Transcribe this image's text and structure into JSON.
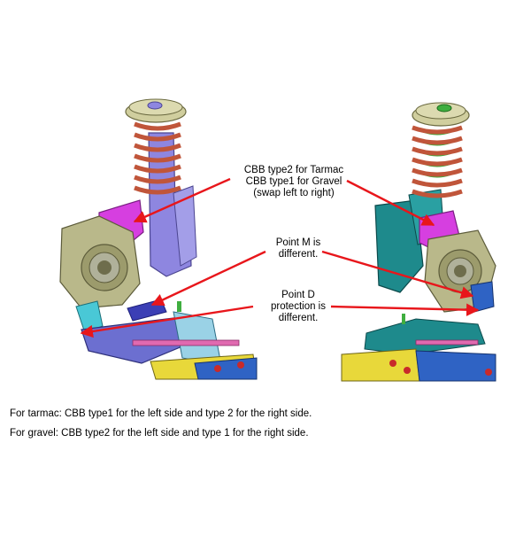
{
  "annotations": {
    "cbb": [
      "CBB type2 for Tarmac",
      "CBB type1 for Gravel",
      "(swap left to right)"
    ],
    "point_m": [
      "Point M is",
      "different."
    ],
    "point_d": [
      "Point D",
      "protection is",
      "different."
    ]
  },
  "notes": [
    "For tarmac: CBB type1 for the left side and type 2 for the right side.",
    "For gravel: CBB type2 for the left side and type 1 for the right side."
  ],
  "colors": {
    "arrow": "#e8161b",
    "spring": "#c0553a",
    "strut_left": "#8e86e0",
    "strut_right": "#1e8a8c",
    "cbb": "#d63fe0",
    "hub": "#b9b88a",
    "arm": "#6c6fd0",
    "bar_yellow": "#e8d83a",
    "bar_blue": "#2f63c4",
    "inner_spring_green": "#3fae3f"
  }
}
